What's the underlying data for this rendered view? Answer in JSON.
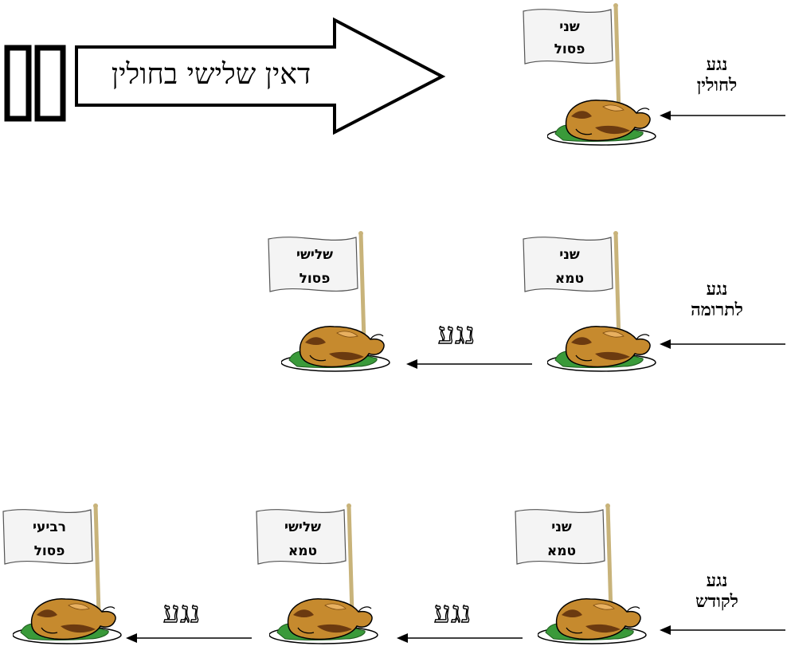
{
  "banner": {
    "text": "דאין שלישי בחולין"
  },
  "rows": [
    {
      "label_line1": "נגע",
      "label_line2": "לחולין",
      "flags": [
        {
          "line1": "שני",
          "line2": "פסול"
        }
      ],
      "connectors": []
    },
    {
      "label_line1": "נגע",
      "label_line2": "לתרומה",
      "flags": [
        {
          "line1": "שני",
          "line2": "טמא"
        },
        {
          "line1": "שלישי",
          "line2": "פסול"
        }
      ],
      "connectors": [
        "נגע"
      ]
    },
    {
      "label_line1": "נגע",
      "label_line2": "לקודש",
      "flags": [
        {
          "line1": "שני",
          "line2": "טמא"
        },
        {
          "line1": "שלישי",
          "line2": "טמא"
        },
        {
          "line1": "רביעי",
          "line2": "פסול"
        }
      ],
      "connectors": [
        "נגע",
        "נגע"
      ]
    }
  ],
  "icons": {
    "chicken": "roast-chicken-icon",
    "flag": "flag-icon",
    "arrow": "arrow-left-icon"
  },
  "colors": {
    "chicken_body": "#c68a2e",
    "chicken_dark": "#6b3a10",
    "lettuce": "#3a9a3a",
    "flag_fill": "#f4f4f4",
    "pole": "#c8b37a"
  }
}
